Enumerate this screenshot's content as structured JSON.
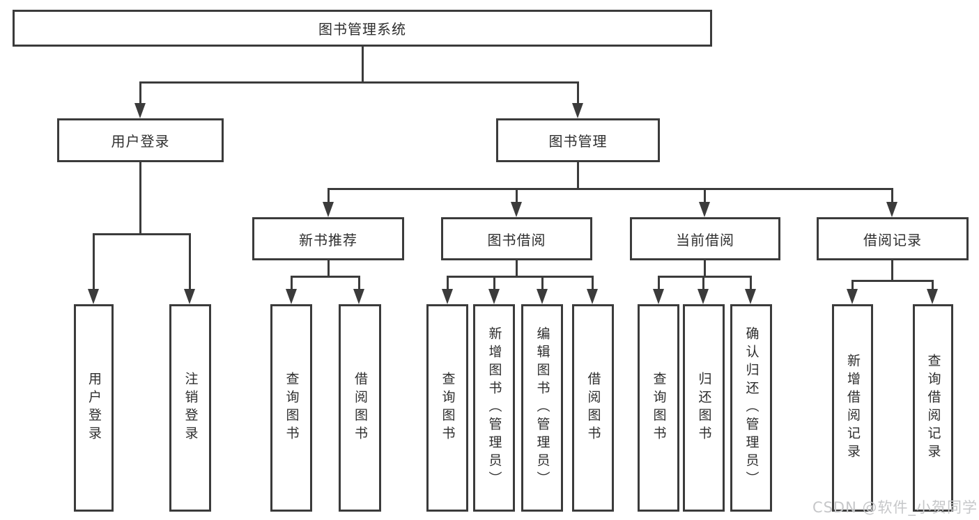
{
  "diagram": {
    "title_node": {
      "label": "图书管理系统"
    },
    "level2": [
      {
        "label": "用户登录"
      },
      {
        "label": "图书管理"
      }
    ],
    "level3": [
      {
        "label": "新书推荐"
      },
      {
        "label": "图书借阅"
      },
      {
        "label": "当前借阅"
      },
      {
        "label": "借阅记录"
      }
    ],
    "leaves": {
      "user_login": [
        {
          "label": "用户登录"
        },
        {
          "label": "注销登录"
        }
      ],
      "new_book": [
        {
          "label": "查询图书"
        },
        {
          "label": "借阅图书"
        }
      ],
      "book_borrow": [
        {
          "label": "查询图书"
        },
        {
          "label": "新增图书（管理员）"
        },
        {
          "label": "编辑图书（管理员）"
        },
        {
          "label": "借阅图书"
        }
      ],
      "current_borrow": [
        {
          "label": "查询图书"
        },
        {
          "label": "归还图书"
        },
        {
          "label": "确认归还（管理员）"
        }
      ],
      "borrow_record": [
        {
          "label": "新增借阅记录"
        },
        {
          "label": "查询借阅记录"
        }
      ]
    },
    "colors": {
      "line": "#3b3b3b",
      "text": "#2e2e2e",
      "background": "#ffffff",
      "watermark": "#c6c7c9"
    }
  },
  "watermark": {
    "text": "CSDN @软件_小贺同学"
  }
}
